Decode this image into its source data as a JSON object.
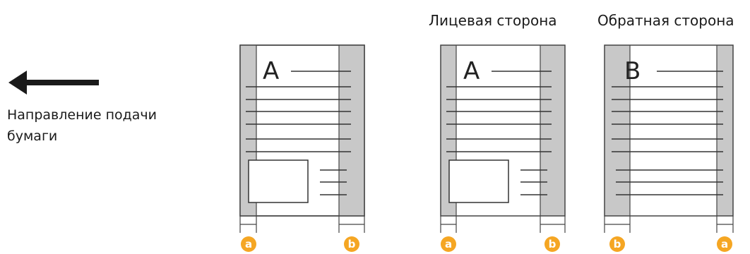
{
  "labels": {
    "front_side": "Лицевая сторона",
    "back_side": "Обратная сторона",
    "feed_direction_line1": "Направление подачи",
    "feed_direction_line2": "бумаги"
  },
  "pages": [
    {
      "id": "single",
      "letter": "A"
    },
    {
      "id": "front",
      "letter": "A"
    },
    {
      "id": "back",
      "letter": "B"
    }
  ],
  "badges": {
    "a": "a",
    "b": "b"
  },
  "colors": {
    "margin_gray": "#c8c8c8",
    "badge_orange": "#f5a623",
    "arrow": "#1a1a1a"
  }
}
